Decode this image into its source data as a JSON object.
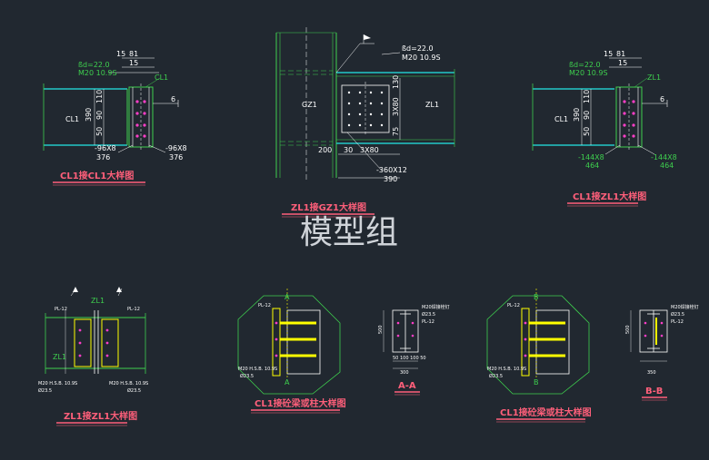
{
  "watermark": "模型组",
  "colors": {
    "background": "#212830",
    "member": "#3ecf4e",
    "beam_face": "#23c7c7",
    "plate": "#ffff00",
    "bolt": "#ff3ec8",
    "annotation": "#ffffff",
    "title": "#ff5f7a"
  },
  "details": {
    "d1": {
      "title": "CL1接CL1大样图",
      "beam_left": "CL1",
      "beam_right": "CL1",
      "weld": "ßd=22.0",
      "bolt_spec": "M20 10.9S",
      "dim_top1": "15",
      "dim_top2": "81",
      "dim_top3": "15",
      "dim_depth": "390",
      "dims_vertical": [
        "50",
        "90",
        "110"
      ],
      "plate_left": "-96X8",
      "plate_left_len": "376",
      "plate_right": "-96X8",
      "plate_right_len": "376",
      "weld_size": "6"
    },
    "d2": {
      "title": "ZL1接GZ1大样图",
      "column": "GZ1",
      "beam": "ZL1",
      "weld": "ßd=22.0",
      "bolt_spec": "M20 10.9S",
      "dim_130": "130",
      "dim_3x80": "3X80",
      "dim_75": "75",
      "dim_200": "200",
      "dim_30": "30",
      "dim_3x80h": "3X80",
      "plate": "-360X12",
      "plate_len": "390"
    },
    "d3": {
      "title": "CL1接ZL1大样图",
      "beam_left": "CL1",
      "beam_right": "ZL1",
      "weld": "ßd=22.0",
      "bolt_spec": "M20 10.9S",
      "dim_top1": "15",
      "dim_top2": "81",
      "dim_top3": "15",
      "dim_depth": "390",
      "dims_vertical": [
        "50",
        "90",
        "110"
      ],
      "plate_left": "-144X8",
      "plate_left_len": "464",
      "plate_right": "-144X8",
      "plate_right_len": "464",
      "weld_size": "6"
    },
    "d4": {
      "title": "ZL1接ZL1大样图",
      "member_top": "ZL1",
      "member_side": "ZL1",
      "plate_a": "PL-12",
      "plate_b": "PL-12",
      "bolt_left": "M20 H.S.B. 10.9S",
      "bolt_right": "M20 H.S.B. 10.9S",
      "hole_left": "Ø23.5",
      "hole_right": "Ø23.5"
    },
    "d5": {
      "title": "CL1接砼梁或柱大样图",
      "section": "A",
      "plate": "PL-12",
      "bolt": "M20 H.S.B. 10.9S",
      "hole": "Ø23.5"
    },
    "d6": {
      "title": "A-A",
      "dim_w": "300",
      "dim_h": "500",
      "dims_bottom": "50 100 100 50",
      "note1": "M20焊接栓钉",
      "note2": "Ø23.5",
      "plate": "PL-12"
    },
    "d7": {
      "title": "CL1接砼梁或柱大样图",
      "section": "B",
      "plate": "PL-12",
      "bolt": "M20 H.S.B. 10.9S",
      "hole": "Ø23.5"
    },
    "d8": {
      "title": "B-B",
      "dim_w": "350",
      "dim_h": "500",
      "note1": "M20焊接栓钉",
      "note2": "Ø23.5",
      "plate": "PL-12"
    }
  }
}
